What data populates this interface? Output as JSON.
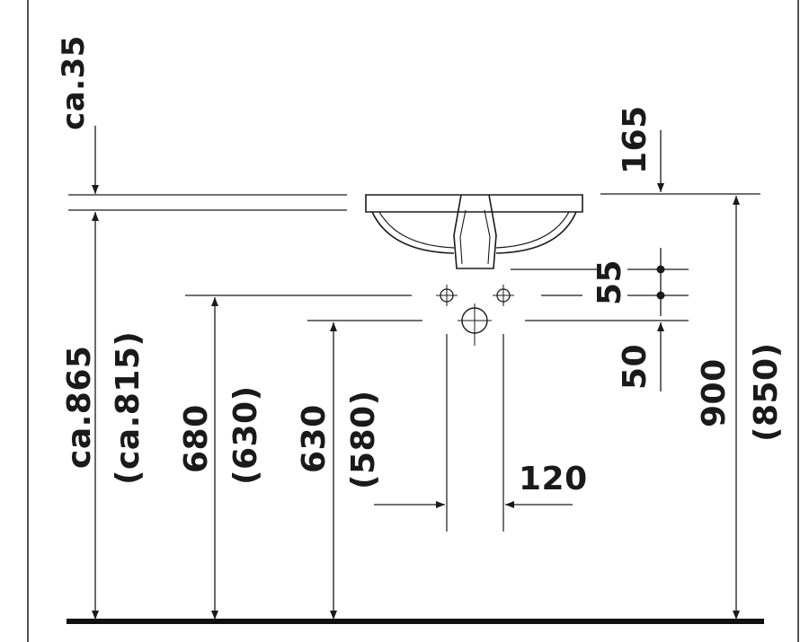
{
  "dimensions": {
    "rim_offset": "ca.35",
    "rim_to_tap_axis": "165",
    "tap_hole_spacing_upper": "55",
    "tap_hole_spacing_lower": "50",
    "waste_spacing": "120",
    "total_height": "ca.865",
    "total_height_alt": "(ca.815)",
    "inlet_height": "680",
    "inlet_height_alt": "(630)",
    "waste_height": "630",
    "waste_height_alt": "(580)",
    "rim_height": "900",
    "rim_height_alt": "(850)"
  }
}
